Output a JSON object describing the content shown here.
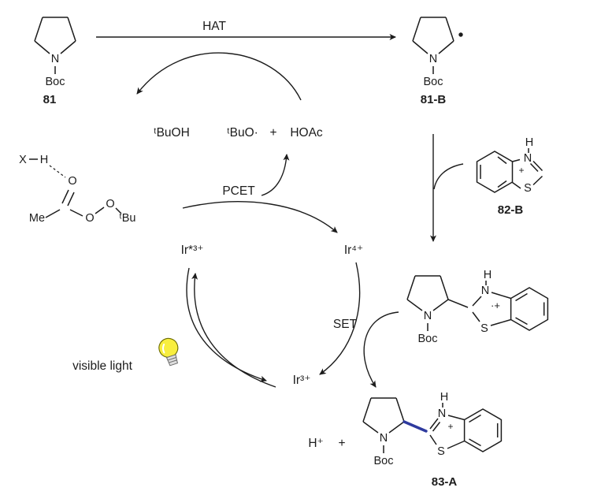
{
  "colors": {
    "ink": "#1c1c1c",
    "highlight_bond": "#2e3a9e",
    "bulb_yellow": "#f8ee3f"
  },
  "steps": {
    "hat": "HAT",
    "pcet": "PCET",
    "set": "SET"
  },
  "annotations": {
    "visible_light": "visible light"
  },
  "species": {
    "tbuoh": "ᵗBuOH",
    "tbuo_radical": "ᵗBuO·",
    "plus_top": "+",
    "hoac": "HOAc",
    "ir_excited": "Ir*³⁺",
    "ir_oxidized": "Ir⁴⁺",
    "ir_ground": "Ir³⁺",
    "h_plus": "H⁺",
    "plus_bottom": "+"
  },
  "compound_81": {
    "label": "81",
    "n": "N",
    "boc": "Boc"
  },
  "compound_81b": {
    "label": "81-B",
    "n": "N",
    "boc": "Boc"
  },
  "perester": {
    "x": "X",
    "h": "H",
    "o_carbonyl": "O",
    "me": "Me",
    "o_ester": "O",
    "o_peroxide": "O",
    "tbu": "ᵗBu"
  },
  "compound_82b": {
    "label": "82-B",
    "h": "H",
    "n": "N",
    "s": "S",
    "charge": "+"
  },
  "adduct": {
    "h": "H",
    "n_thiazole": "N",
    "s": "S",
    "radical_cation": "·+",
    "n_pyrrolidine": "N",
    "boc": "Boc"
  },
  "compound_83a": {
    "label": "83-A",
    "h": "H",
    "n_thiazole": "N",
    "s": "S",
    "charge": "+",
    "n_pyrrolidine": "N",
    "boc": "Boc"
  }
}
